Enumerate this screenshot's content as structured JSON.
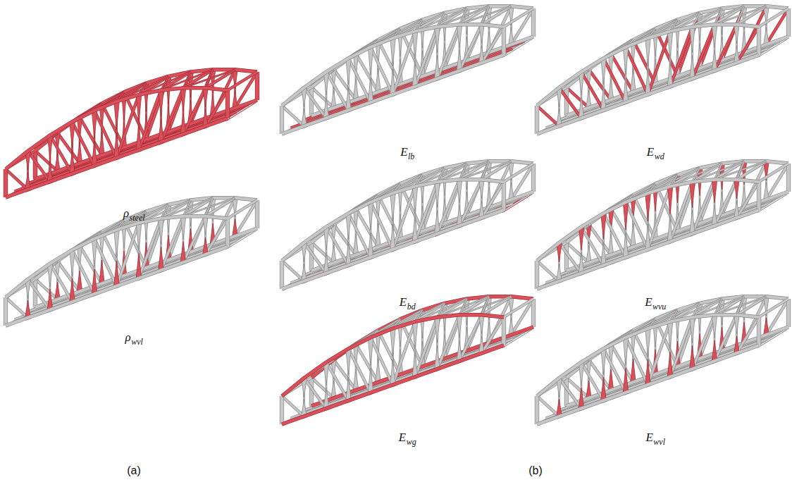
{
  "diagram": {
    "labels": [
      "ρ",
      "steel",
      "ρ",
      "wvl",
      "E",
      "lb",
      "E",
      "bd",
      "E",
      "wg",
      "E",
      "wd",
      "E",
      "wvu",
      "E",
      "wvl",
      "(a)",
      "(b)"
    ]
  }
}
